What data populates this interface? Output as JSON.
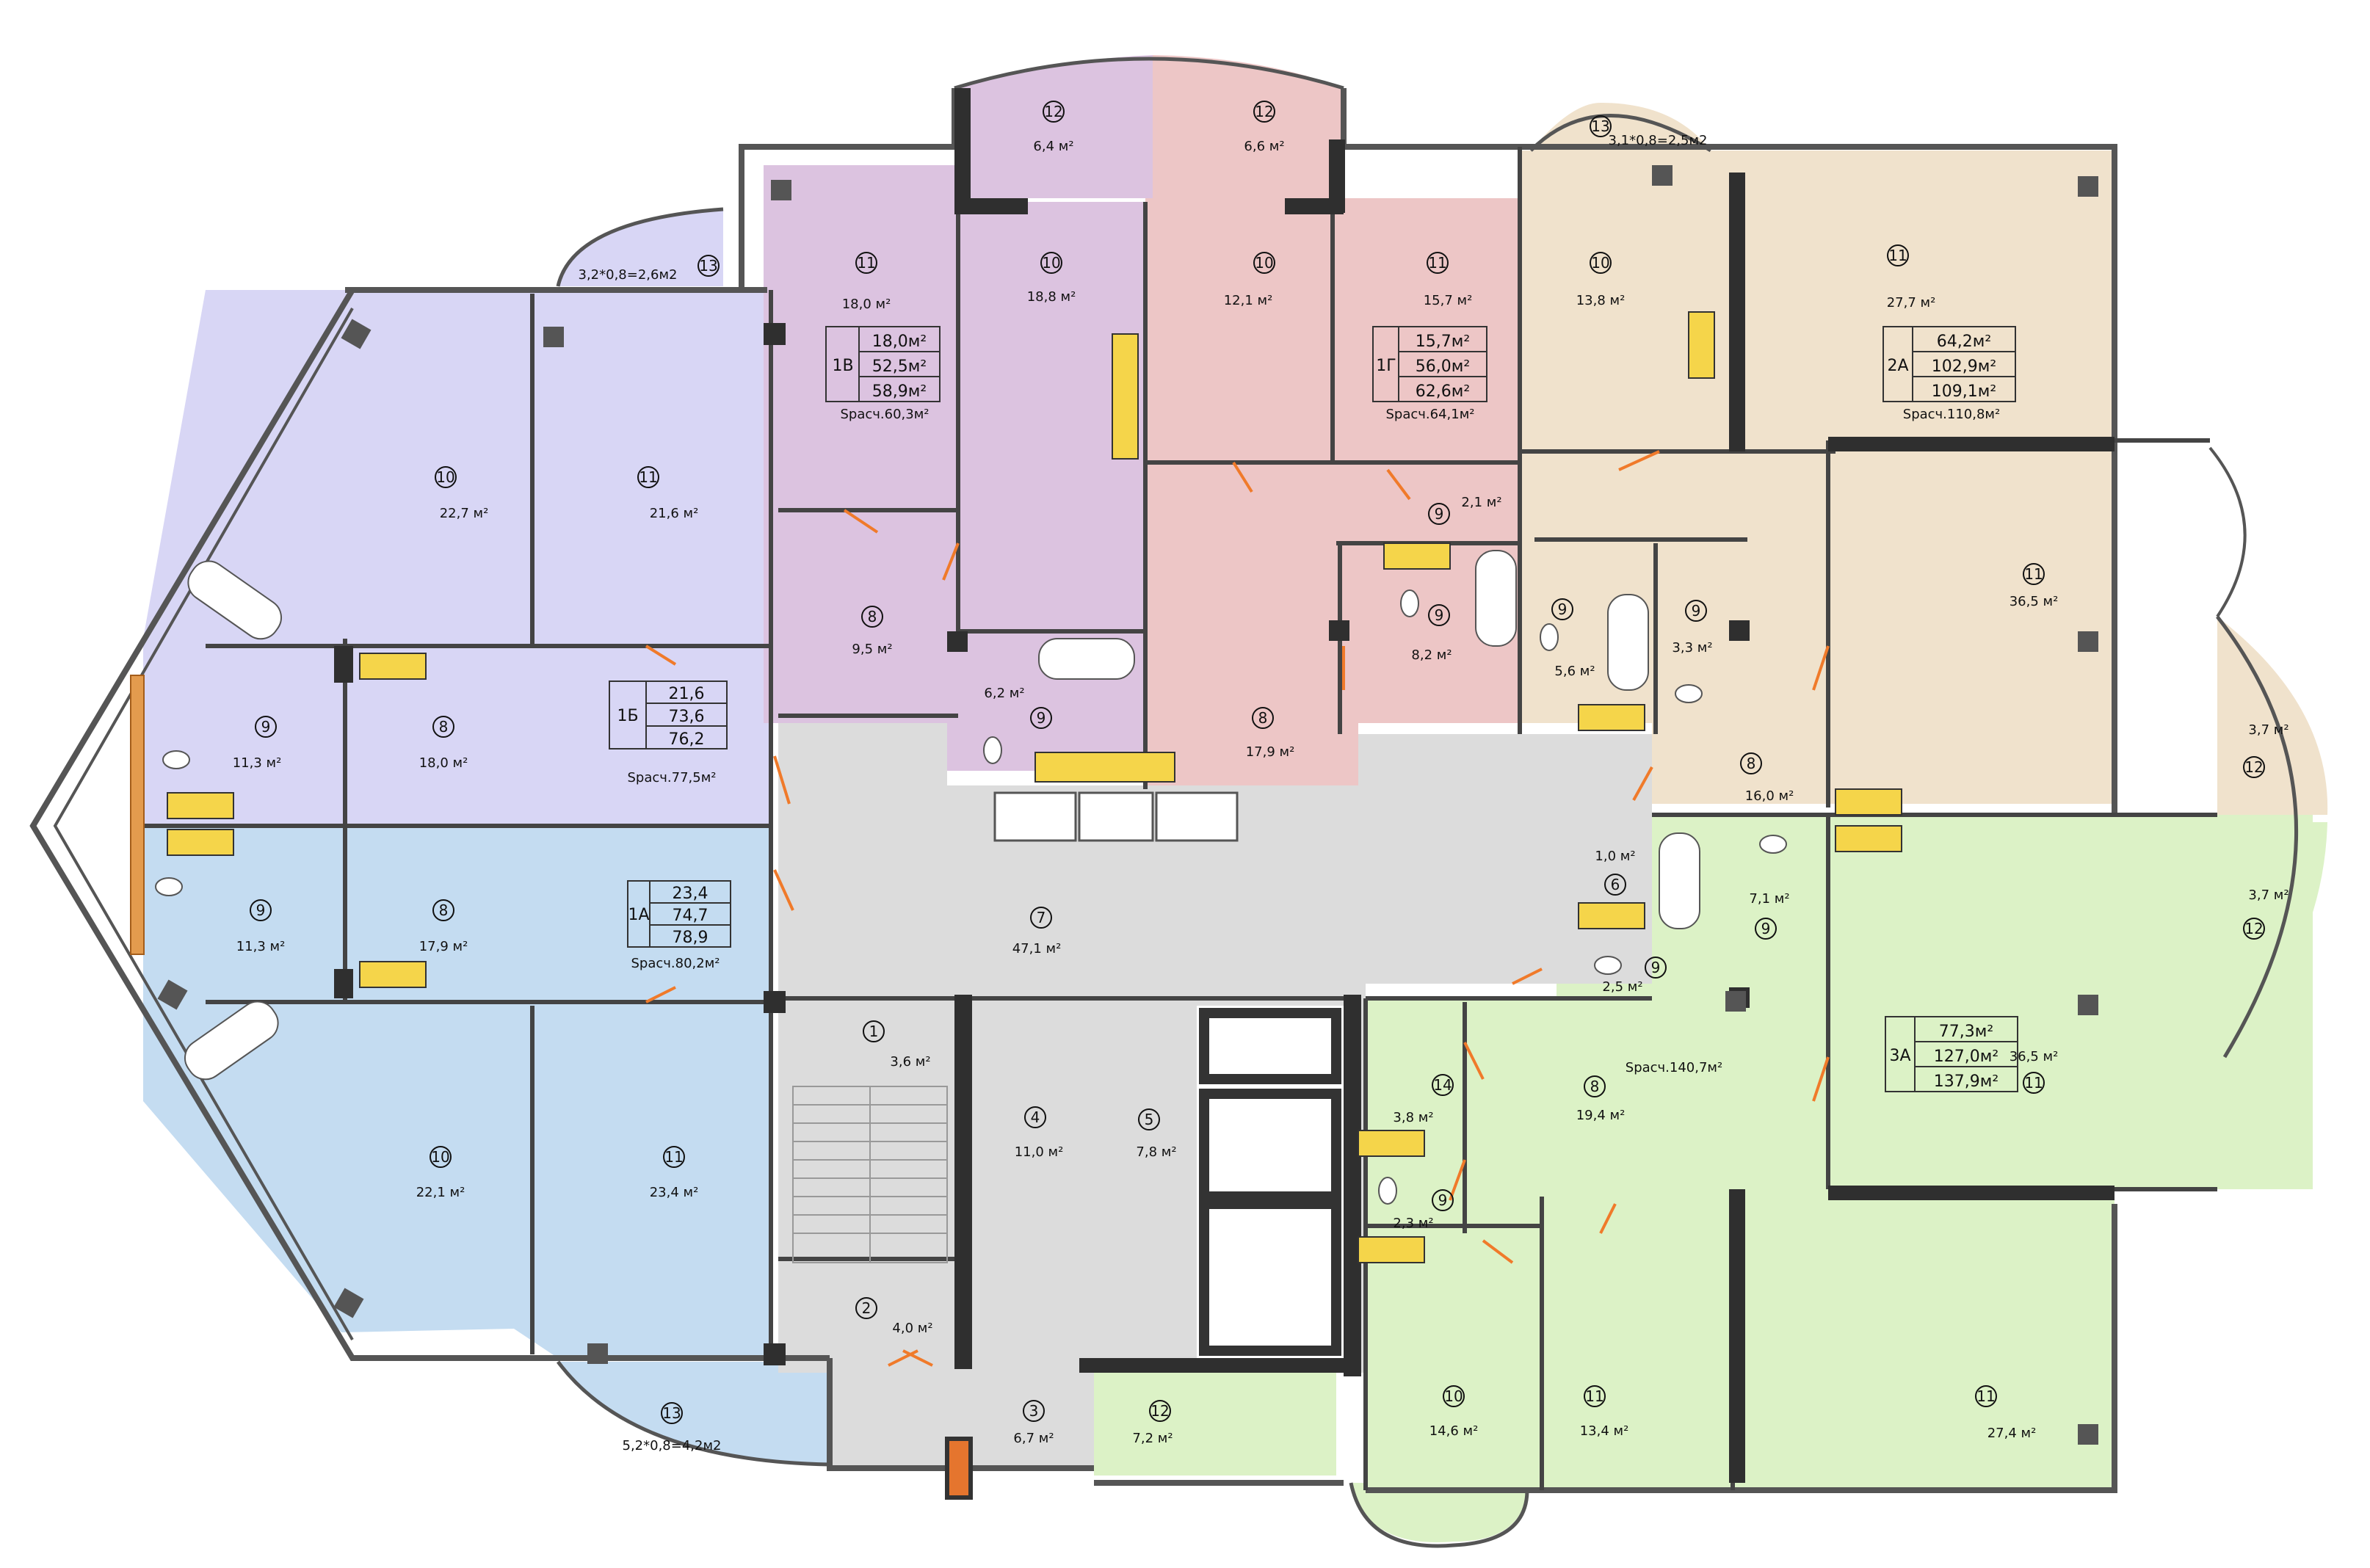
{
  "colors": {
    "apt_1a": "#c4dcf1",
    "apt_1b": "#d8d6f5",
    "apt_1v": "#dcc3e0",
    "apt_1g": "#edc6c6",
    "apt_2a": "#f0e2cc",
    "apt_3a": "#dcf2c6",
    "common": "#dcdcdc",
    "wall": "#2f2f2f",
    "door": "#f07a2a"
  },
  "rooms": [
    {
      "id": "r1b10",
      "num": "10",
      "area": "22,7 м²"
    },
    {
      "id": "r1b11",
      "num": "11",
      "area": "21,6 м²"
    },
    {
      "id": "r1b9",
      "num": "9",
      "area": "11,3 м²"
    },
    {
      "id": "r1b8",
      "num": "8",
      "area": "18,0 м²"
    },
    {
      "id": "r1b13",
      "num": "13",
      "area": "3,2*0,8=2,6м2"
    },
    {
      "id": "r1a9",
      "num": "9",
      "area": "11,3 м²"
    },
    {
      "id": "r1a8",
      "num": "8",
      "area": "17,9 м²"
    },
    {
      "id": "r1a10",
      "num": "10",
      "area": "22,1 м²"
    },
    {
      "id": "r1a11",
      "num": "11",
      "area": "23,4 м²"
    },
    {
      "id": "r1a13",
      "num": "13",
      "area": "5,2*0,8=4,2м2"
    },
    {
      "id": "r1v11",
      "num": "11",
      "area": "18,0 м²"
    },
    {
      "id": "r1v12",
      "num": "12",
      "area": "6,4 м²"
    },
    {
      "id": "r1v10",
      "num": "10",
      "area": "18,8 м²"
    },
    {
      "id": "r1v8",
      "num": "8",
      "area": "9,5 м²"
    },
    {
      "id": "r1v9",
      "num": "9",
      "area": "6,2 м²"
    },
    {
      "id": "r1g12",
      "num": "12",
      "area": "6,6 м²"
    },
    {
      "id": "r1g10",
      "num": "10",
      "area": "12,1 м²"
    },
    {
      "id": "r1g11",
      "num": "11",
      "area": "15,7 м²"
    },
    {
      "id": "r1g8",
      "num": "8",
      "area": "17,9 м²"
    },
    {
      "id": "r1g9a",
      "num": "9",
      "area": "2,1 м²"
    },
    {
      "id": "r1g9b",
      "num": "9",
      "area": "8,2 м²"
    },
    {
      "id": "r2a13",
      "num": "13",
      "area": "3,1*0,8=2,5м2"
    },
    {
      "id": "r2a10",
      "num": "10",
      "area": "13,8 м²"
    },
    {
      "id": "r2a11a",
      "num": "11",
      "area": "27,7 м²"
    },
    {
      "id": "r2a11b",
      "num": "11",
      "area": "36,5 м²"
    },
    {
      "id": "r2a9a",
      "num": "9",
      "area": "5,6 м²"
    },
    {
      "id": "r2a9b",
      "num": "9",
      "area": "3,3 м²"
    },
    {
      "id": "r2a8",
      "num": "8",
      "area": "16,0 м²"
    },
    {
      "id": "r2a12",
      "num": "12",
      "area": "3,7 м²"
    },
    {
      "id": "r3a12",
      "num": "12",
      "area": "3,7 м²"
    },
    {
      "id": "r3a11a",
      "num": "11",
      "area": "36,5 м²"
    },
    {
      "id": "r3a9a",
      "num": "9",
      "area": "7,1 м²"
    },
    {
      "id": "r3a9b",
      "num": "9",
      "area": "2,5 м²"
    },
    {
      "id": "r3a8",
      "num": "8",
      "area": "19,4 м²"
    },
    {
      "id": "r3a14",
      "num": "14",
      "area": "3,8 м²"
    },
    {
      "id": "r3a9c",
      "num": "9",
      "area": "2,3 м²"
    },
    {
      "id": "r3a10",
      "num": "10",
      "area": "14,6 м²"
    },
    {
      "id": "r3a11b",
      "num": "11",
      "area": "13,4 м²"
    },
    {
      "id": "r3a11c",
      "num": "11",
      "area": "27,4 м²"
    },
    {
      "id": "r6",
      "num": "6",
      "area": "1,0 м²"
    },
    {
      "id": "r7",
      "num": "7",
      "area": "47,1 м²"
    },
    {
      "id": "r1",
      "num": "1",
      "area": "3,6 м²"
    },
    {
      "id": "r2",
      "num": "2",
      "area": "4,0 м²"
    },
    {
      "id": "r3",
      "num": "3",
      "area": "6,7 м²"
    },
    {
      "id": "r4",
      "num": "4",
      "area": "11,0 м²"
    },
    {
      "id": "r5",
      "num": "5",
      "area": "7,8 м²"
    },
    {
      "id": "r12c",
      "num": "12",
      "area": "7,2 м²"
    }
  ],
  "apartments": [
    {
      "id": "a1b",
      "code": "1Б",
      "v1": "21,6",
      "v2": "73,6",
      "v3": "76,2",
      "calc": "Sрасч.77,5м²"
    },
    {
      "id": "a1a",
      "code": "1А",
      "v1": "23,4",
      "v2": "74,7",
      "v3": "78,9",
      "calc": "Sрасч.80,2м²"
    },
    {
      "id": "a1v",
      "code": "1В",
      "v1": "18,0м²",
      "v2": "52,5м²",
      "v3": "58,9м²",
      "calc": "Sрасч.60,3м²"
    },
    {
      "id": "a1g",
      "code": "1Г",
      "v1": "15,7м²",
      "v2": "56,0м²",
      "v3": "62,6м²",
      "calc": "Sрасч.64,1м²"
    },
    {
      "id": "a2a",
      "code": "2А",
      "v1": "64,2м²",
      "v2": "102,9м²",
      "v3": "109,1м²",
      "calc": "Sрасч.110,8м²"
    },
    {
      "id": "a3a",
      "code": "3А",
      "v1": "77,3м²",
      "v2": "127,0м²",
      "v3": "137,9м²",
      "calc": "Sрасч.140,7м²"
    }
  ]
}
